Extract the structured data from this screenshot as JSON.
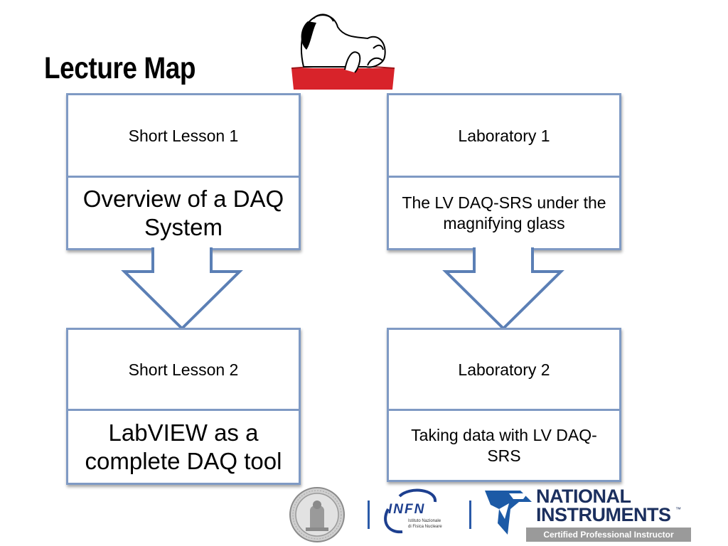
{
  "slide": {
    "title": "Lecture Map"
  },
  "boxes": [
    {
      "header": "Short Lesson 1",
      "body": "Overview of a DAQ System"
    },
    {
      "header": "Laboratory 1",
      "body": "The LV DAQ-SRS under the magnifying glass"
    },
    {
      "header": "Short Lesson 2",
      "body": "LabVIEW as a complete DAQ tool"
    },
    {
      "header": "Laboratory 2",
      "body": "Taking data with LV DAQ-SRS"
    }
  ],
  "logos": {
    "infn_name": "INFN",
    "infn_sub_1": "Istituto Nazionale",
    "infn_sub_2": "di Fisica Nucleare",
    "ni_line1": "NATIONAL",
    "ni_line2": "INSTRUMENTS",
    "ni_tm": "™",
    "ni_cert": "Certified Professional Instructor"
  },
  "colors": {
    "box_border": "#7f9ac4",
    "arrow_stroke": "#5b7fb5",
    "doghouse_red": "#d8232a",
    "ni_blue": "#1c5aa6"
  },
  "icons": [
    "snoopy-doghouse-illustration",
    "university-seal-logo",
    "infn-logo",
    "national-instruments-logo"
  ]
}
